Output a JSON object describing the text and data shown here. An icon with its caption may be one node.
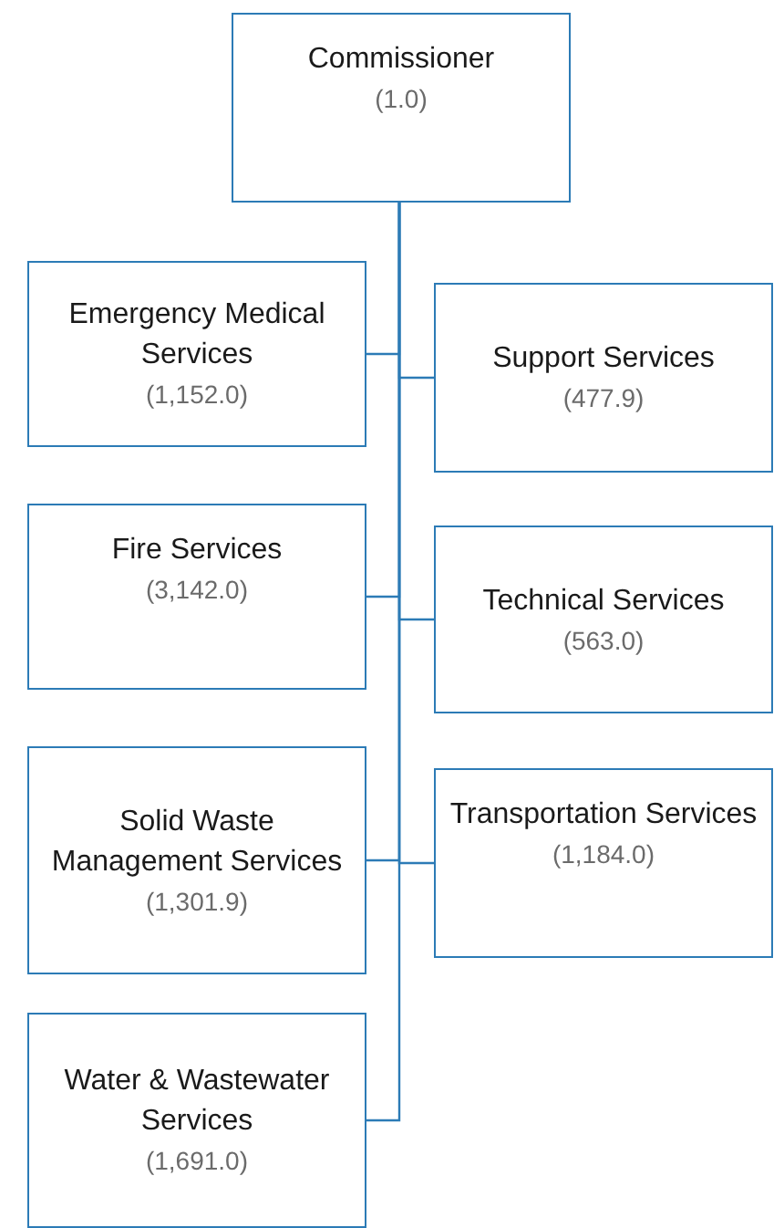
{
  "diagram": {
    "nodes": [
      {
        "text": [
          "Commissioner",
          "(1.0)"
        ]
      },
      {
        "text": [
          "Emergency Medical Services",
          "(1,152.0)"
        ]
      },
      {
        "text": [
          "Support Services",
          "(477.9)"
        ]
      },
      {
        "text": [
          "Fire Services",
          "(3,142.0)"
        ]
      },
      {
        "text": [
          "Technical Services",
          "(563.0)"
        ]
      },
      {
        "text": [
          "Solid Waste Management Services",
          "(1,301.9)"
        ]
      },
      {
        "text": [
          "Transportation Services",
          "(1,184.0)"
        ]
      },
      {
        "text": [
          "Water & Wastewater Services",
          "(1,691.0)"
        ]
      }
    ],
    "edges": [
      {
        "from": 0,
        "to": 1,
        "arrow": "none"
      },
      {
        "from": 0,
        "to": 2,
        "arrow": "none"
      },
      {
        "from": 0,
        "to": 3,
        "arrow": "none"
      },
      {
        "from": 0,
        "to": 4,
        "arrow": "none"
      },
      {
        "from": 0,
        "to": 5,
        "arrow": "none"
      },
      {
        "from": 0,
        "to": 6,
        "arrow": "none"
      },
      {
        "from": 0,
        "to": 7,
        "arrow": "none"
      }
    ]
  }
}
